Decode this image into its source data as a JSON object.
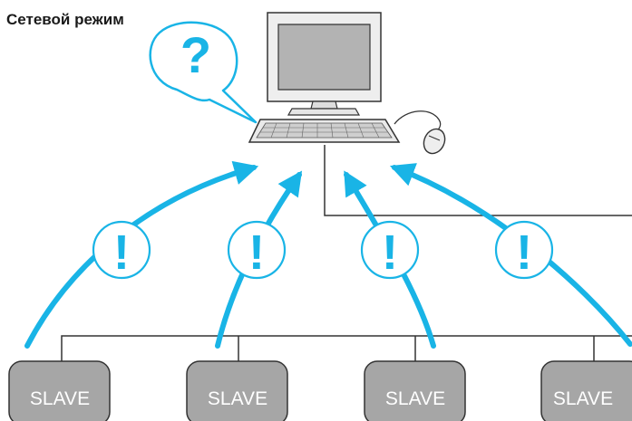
{
  "title": "Сетевой режим",
  "query_mark": "?",
  "ack_mark": "!",
  "slaves": [
    {
      "label": "SLAVE"
    },
    {
      "label": "SLAVE"
    },
    {
      "label": "SLAVE"
    },
    {
      "label": "SLAVE"
    }
  ],
  "colors": {
    "accent": "#19b4e6",
    "line": "#333333",
    "slave_fill": "#a6a6a6",
    "monitor_screen": "#b3b3b3",
    "monitor_body": "#eeeeee"
  },
  "icons": [
    "computer-icon",
    "mouse-icon",
    "speech-bubble-icon",
    "arrow-icon"
  ]
}
